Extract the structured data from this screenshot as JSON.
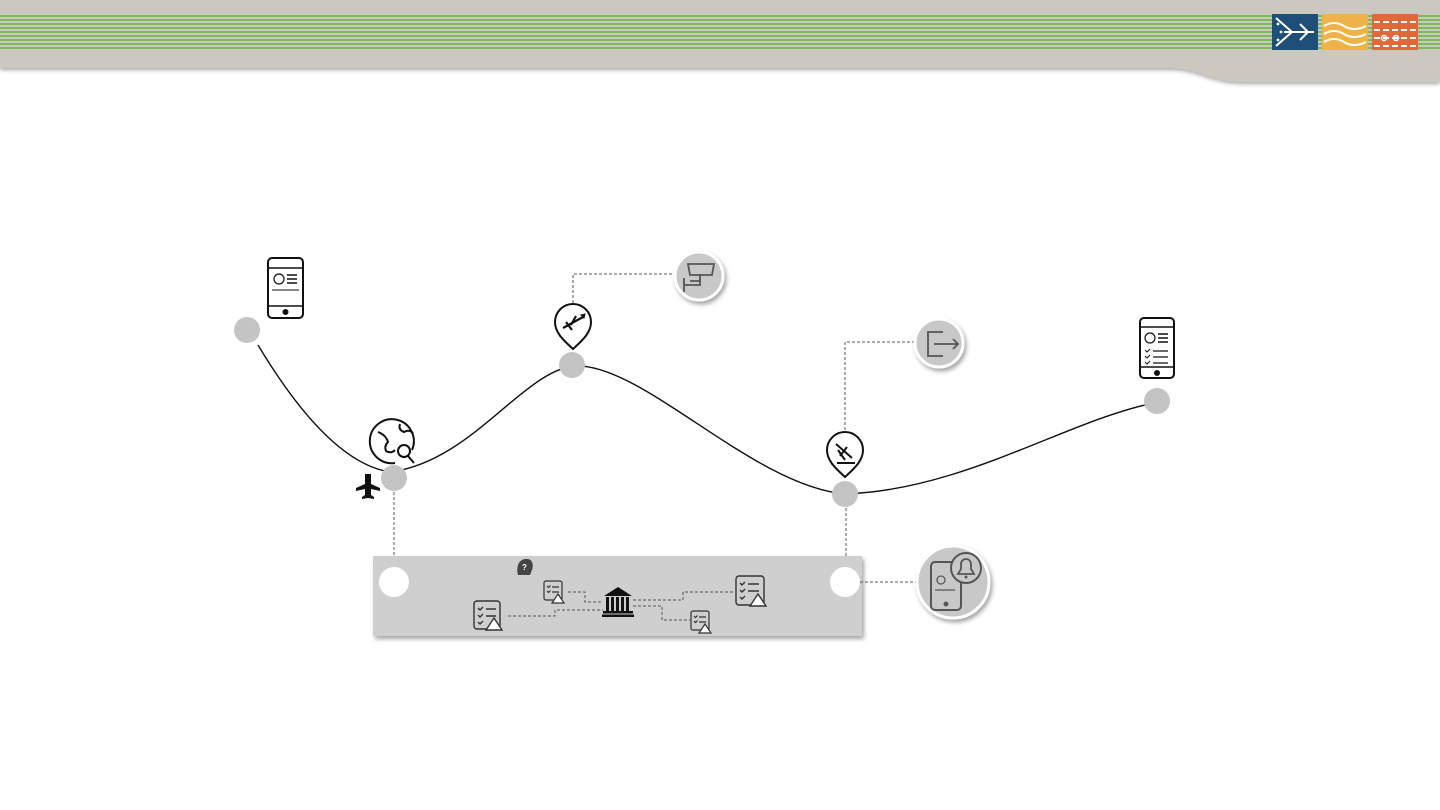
{
  "header": {
    "stripe_color": "#7dbb5a",
    "band_color": "#cbc8bf",
    "logos": [
      {
        "icon": "airplane-logo-icon",
        "color": "#1f4e79"
      },
      {
        "icon": "waves-logo-icon",
        "color": "#f0b24a"
      },
      {
        "icon": "railway-logo-icon",
        "color": "#e2683a"
      }
    ]
  },
  "journey": {
    "curve_color": "#111111",
    "node_color": "#c4c4c4",
    "stops": [
      {
        "id": "mobile-booking",
        "icon": "mobile-ticket-icon"
      },
      {
        "id": "departure-check",
        "icon": "globe-search-icon",
        "secondary_icon": "airplane-icon"
      },
      {
        "id": "departure",
        "icon": "departure-pin-icon",
        "detail_icon": "cctv-camera-icon"
      },
      {
        "id": "arrival",
        "icon": "arrival-pin-icon",
        "detail_icon": "exit-icon"
      },
      {
        "id": "mobile-checklist",
        "icon": "mobile-checklist-icon"
      }
    ]
  },
  "info_panel": {
    "color": "#cfcfcf",
    "icons": [
      "question-head-icon",
      "checklist-warning-icon",
      "authority-building-icon"
    ],
    "notification_icon": "mobile-notification-icon"
  }
}
